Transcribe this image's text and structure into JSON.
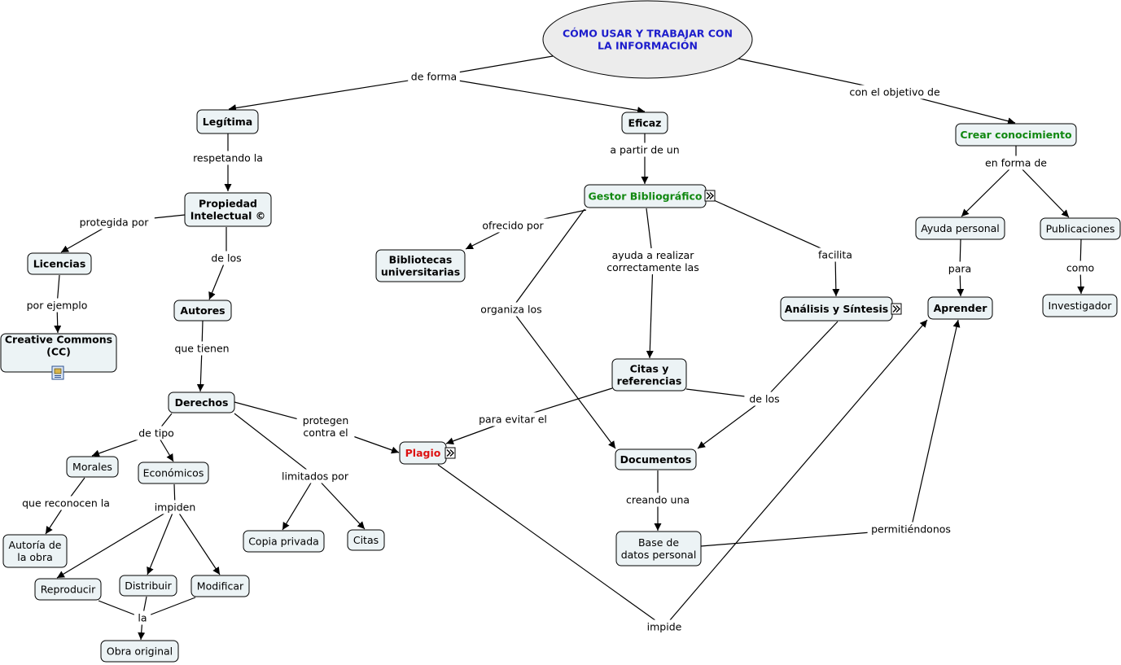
{
  "colors": {
    "node_fill": "#ecf3f5",
    "root_fill": "#ececec",
    "root_text": "#1c1ccc",
    "green_text": "#118811",
    "red_text": "#dd1111"
  },
  "nodes": {
    "root": [
      "CÓMO USAR Y TRABAJAR CON",
      "LA INFORMACIÓN"
    ],
    "legitima": [
      "Legítima"
    ],
    "eficaz": [
      "Eficaz"
    ],
    "crear": [
      "Crear conocimiento"
    ],
    "propiedad": [
      "Propiedad",
      "Intelectual ©"
    ],
    "licencias": [
      "Licencias"
    ],
    "cc": [
      "Creative Commons",
      "(CC)"
    ],
    "autores": [
      "Autores"
    ],
    "derechos": [
      "Derechos"
    ],
    "morales": [
      "Morales"
    ],
    "economicos": [
      "Económicos"
    ],
    "autoria": [
      "Autoría de",
      "la obra"
    ],
    "reproducir": [
      "Reproducir"
    ],
    "distribuir": [
      "Distribuir"
    ],
    "modificar": [
      "Modificar"
    ],
    "obra": [
      "Obra original"
    ],
    "copia": [
      "Copia privada"
    ],
    "citas": [
      "Citas"
    ],
    "plagio": [
      "Plagio"
    ],
    "gestor": [
      "Gestor Bibliográfico"
    ],
    "bibliotecas": [
      "Bibliotecas",
      "universitarias"
    ],
    "analisis": [
      "Análisis y Síntesis"
    ],
    "citasref": [
      "Citas y",
      "referencias"
    ],
    "documentos": [
      "Documentos"
    ],
    "base": [
      "Base de",
      "datos personal"
    ],
    "ayuda": [
      "Ayuda personal"
    ],
    "publicaciones": [
      "Publicaciones"
    ],
    "aprender": [
      "Aprender"
    ],
    "investigador": [
      "Investigador"
    ]
  },
  "link_labels": {
    "de_forma": [
      "de forma"
    ],
    "con_objetivo": [
      "con el objetivo de"
    ],
    "respetando": [
      "respetando la"
    ],
    "a_partir": [
      "a partir de un"
    ],
    "en_forma": [
      "en forma de"
    ],
    "protegida": [
      "protegida por"
    ],
    "de_los_1": [
      "de los"
    ],
    "por_ejemplo": [
      "por ejemplo"
    ],
    "que_tienen": [
      "que tienen"
    ],
    "de_tipo": [
      "de tipo"
    ],
    "protegen": [
      "protegen",
      "contra el"
    ],
    "limitados": [
      "limitados por"
    ],
    "que_reconocen": [
      "que reconocen la"
    ],
    "impiden": [
      "impiden"
    ],
    "la": [
      "la"
    ],
    "ofrecido": [
      "ofrecido por"
    ],
    "ayuda_realizar": [
      "ayuda a realizar",
      "correctamente las"
    ],
    "facilita": [
      "facilita"
    ],
    "organiza": [
      "organiza los"
    ],
    "para_evitar": [
      "para evitar el"
    ],
    "de_los_2": [
      "de los"
    ],
    "creando": [
      "creando una"
    ],
    "permitiendonos": [
      "permitiéndonos"
    ],
    "impide": [
      "impide"
    ],
    "para": [
      "para"
    ],
    "como": [
      "como"
    ]
  }
}
